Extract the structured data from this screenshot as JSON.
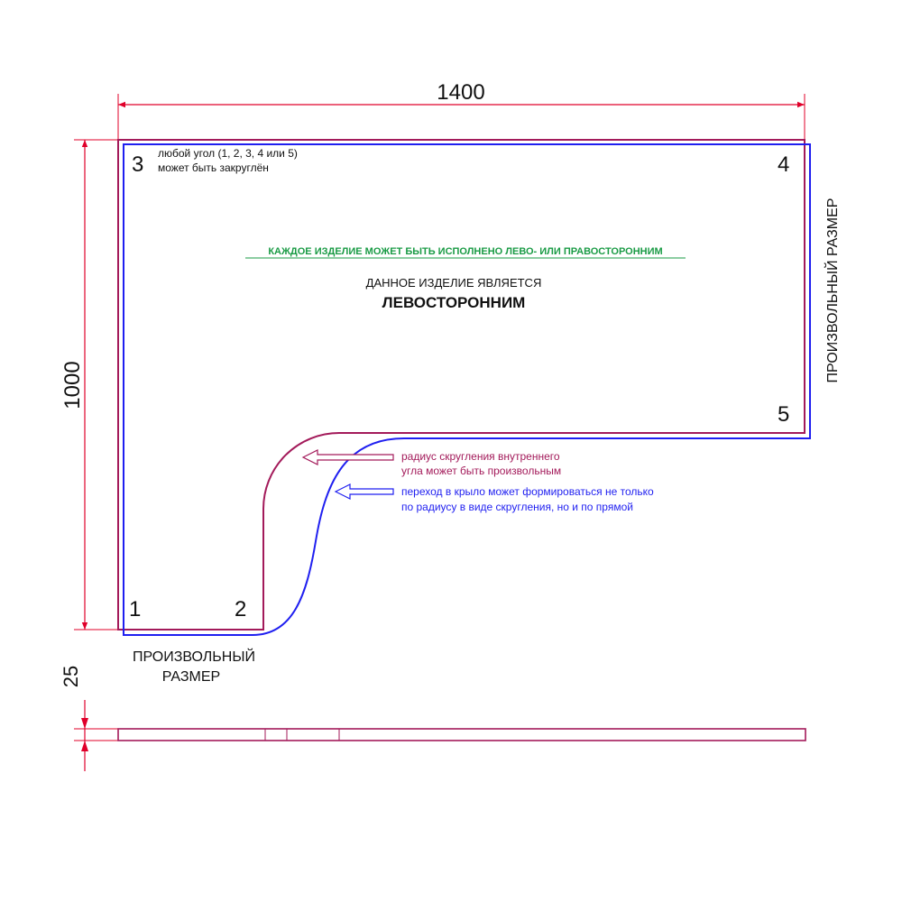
{
  "dimensions": {
    "width": "1400",
    "height": "1000",
    "thickness": "25"
  },
  "side_labels": {
    "right": "ПРОИЗВОЛЬНЫЙ РАЗМЕР",
    "bottom_line1": "ПРОИЗВОЛЬНЫЙ",
    "bottom_line2": "РАЗМЕР"
  },
  "corners": {
    "c1": "1",
    "c2": "2",
    "c3": "3",
    "c4": "4",
    "c5": "5"
  },
  "notes": {
    "corner_note_line1": "любой угол (1, 2, 3, 4 или 5)",
    "corner_note_line2": "может быть закруглён",
    "orientation_note": "КАЖДОЕ ИЗДЕЛИЕ МОЖЕТ БЫТЬ ИСПОЛНЕНО ЛЕВО- ИЛИ ПРАВОСТОРОННИМ",
    "product_is": "ДАННОЕ ИЗДЕЛИЕ ЯВЛЯЕТСЯ",
    "product_side": "ЛЕВОСТОРОННИМ",
    "radius_note_line1": "радиус скругления внутреннего",
    "radius_note_line2": "угла может быть произвольным",
    "transition_note_line1": "переход в крыло может формироваться не только",
    "transition_note_line2": "по радиусу в виде скругления, но и по прямой"
  },
  "colors": {
    "red": "#e0002a",
    "maroon": "#a31a5a",
    "blue": "#1f1ff0",
    "green": "#1a9b45",
    "black": "#111111"
  }
}
